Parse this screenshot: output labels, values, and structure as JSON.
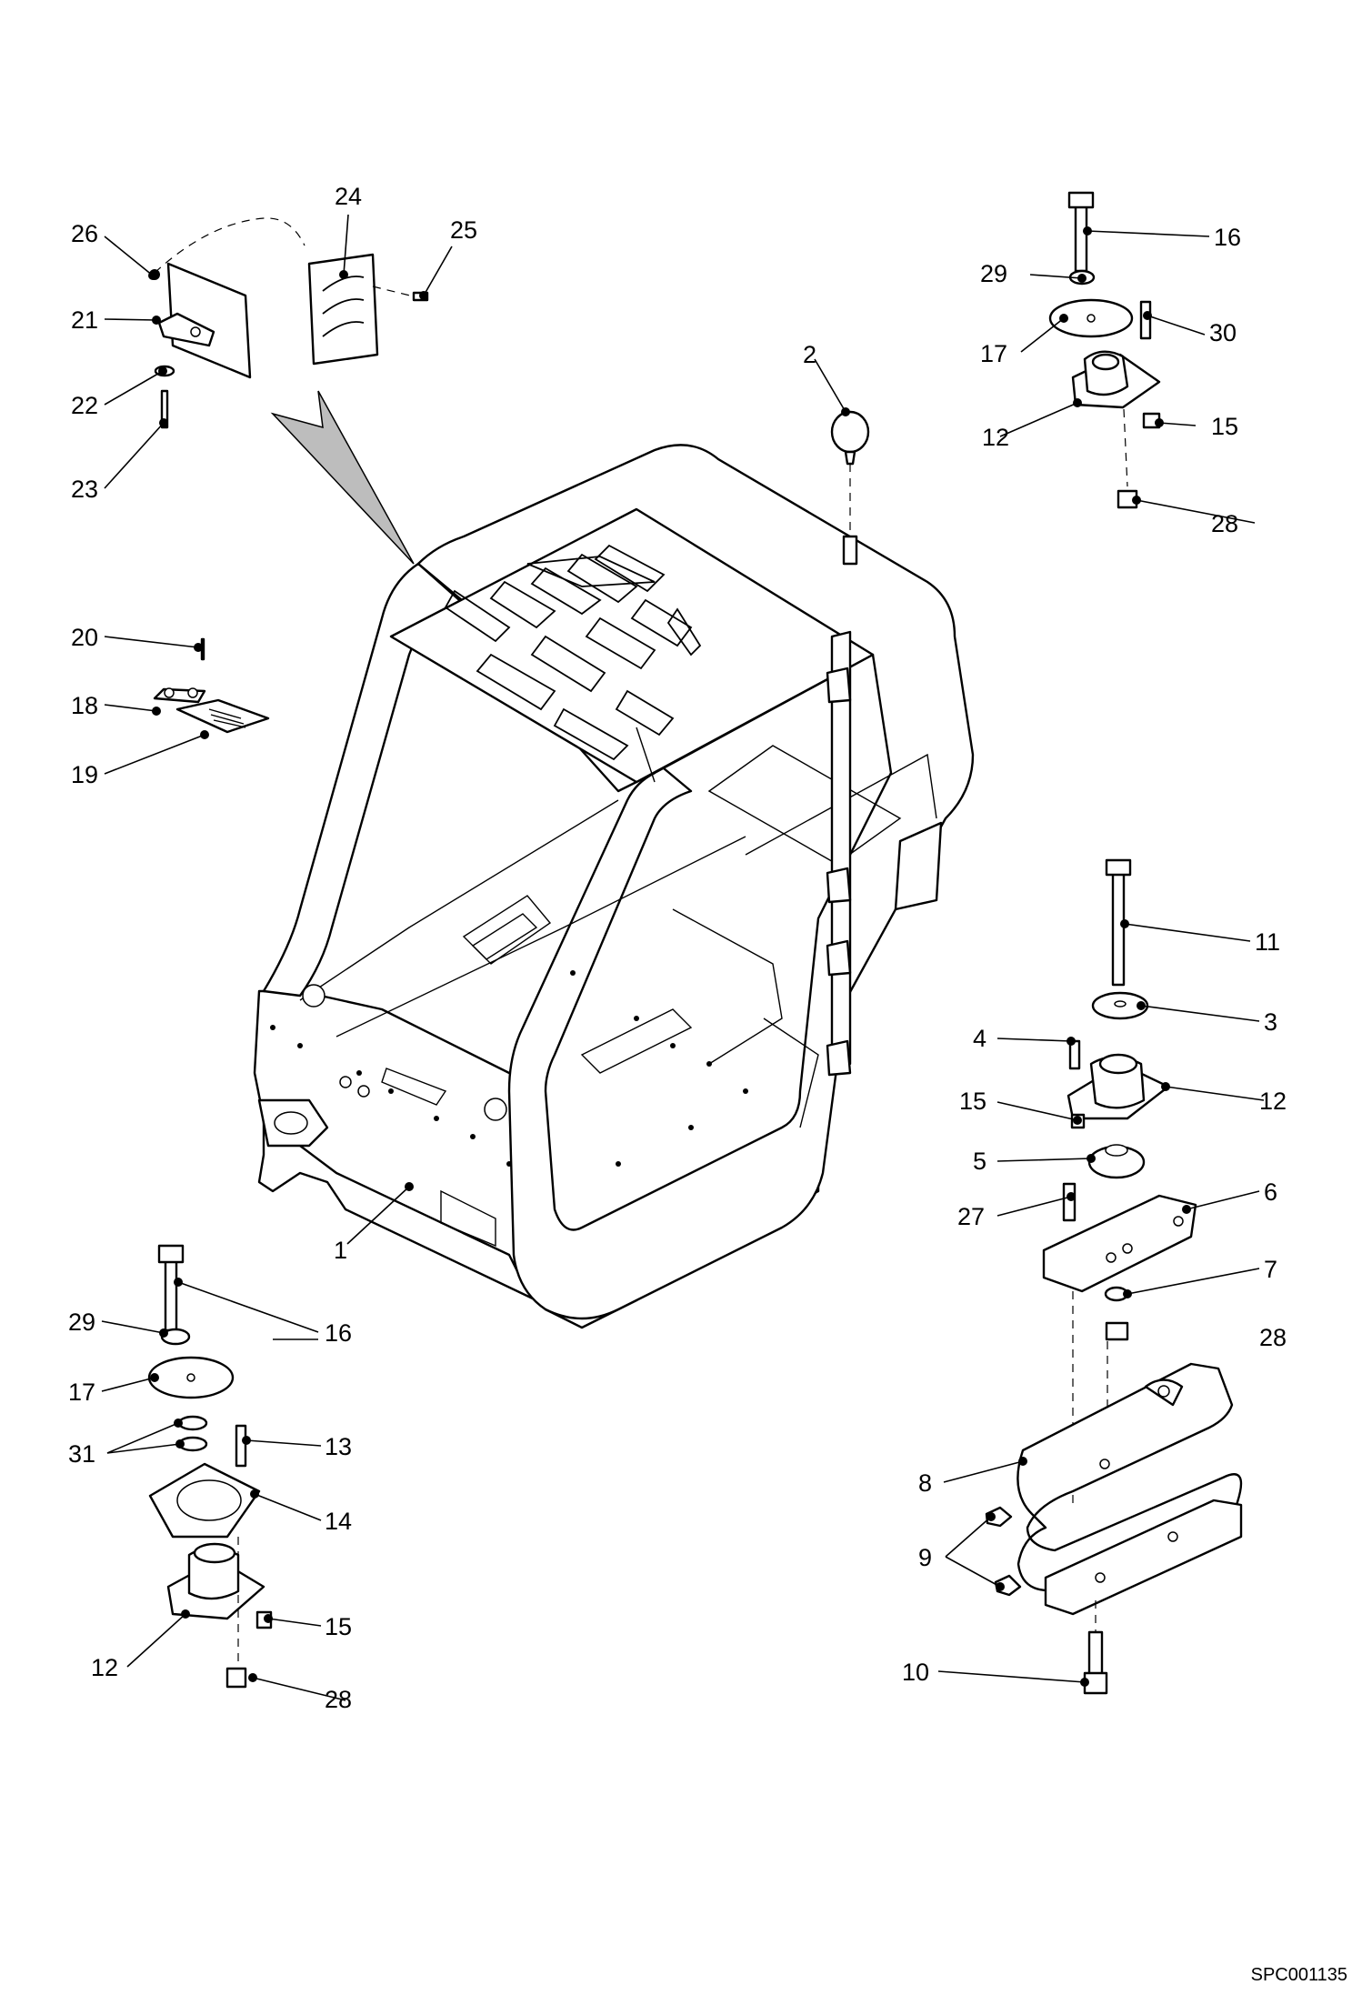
{
  "drawing_code": "SPC001135",
  "callouts": {
    "c1": "1",
    "c2": "2",
    "c3": "3",
    "c4": "4",
    "c5": "5",
    "c6": "6",
    "c7": "7",
    "c8": "8",
    "c9": "9",
    "c10": "10",
    "c11": "11",
    "c12a": "12",
    "c12b": "12",
    "c12c": "12",
    "c13": "13",
    "c14": "14",
    "c15a": "15",
    "c15b": "15",
    "c15c": "15",
    "c16a": "16",
    "c16b": "16",
    "c17a": "17",
    "c17b": "17",
    "c18": "18",
    "c19": "19",
    "c20": "20",
    "c21": "21",
    "c22": "22",
    "c23": "23",
    "c24": "24",
    "c25": "25",
    "c26": "26",
    "c27": "27",
    "c28a": "28",
    "c28b": "28",
    "c28c": "28",
    "c29a": "29",
    "c29b": "29",
    "c30": "30",
    "c31": "31"
  }
}
